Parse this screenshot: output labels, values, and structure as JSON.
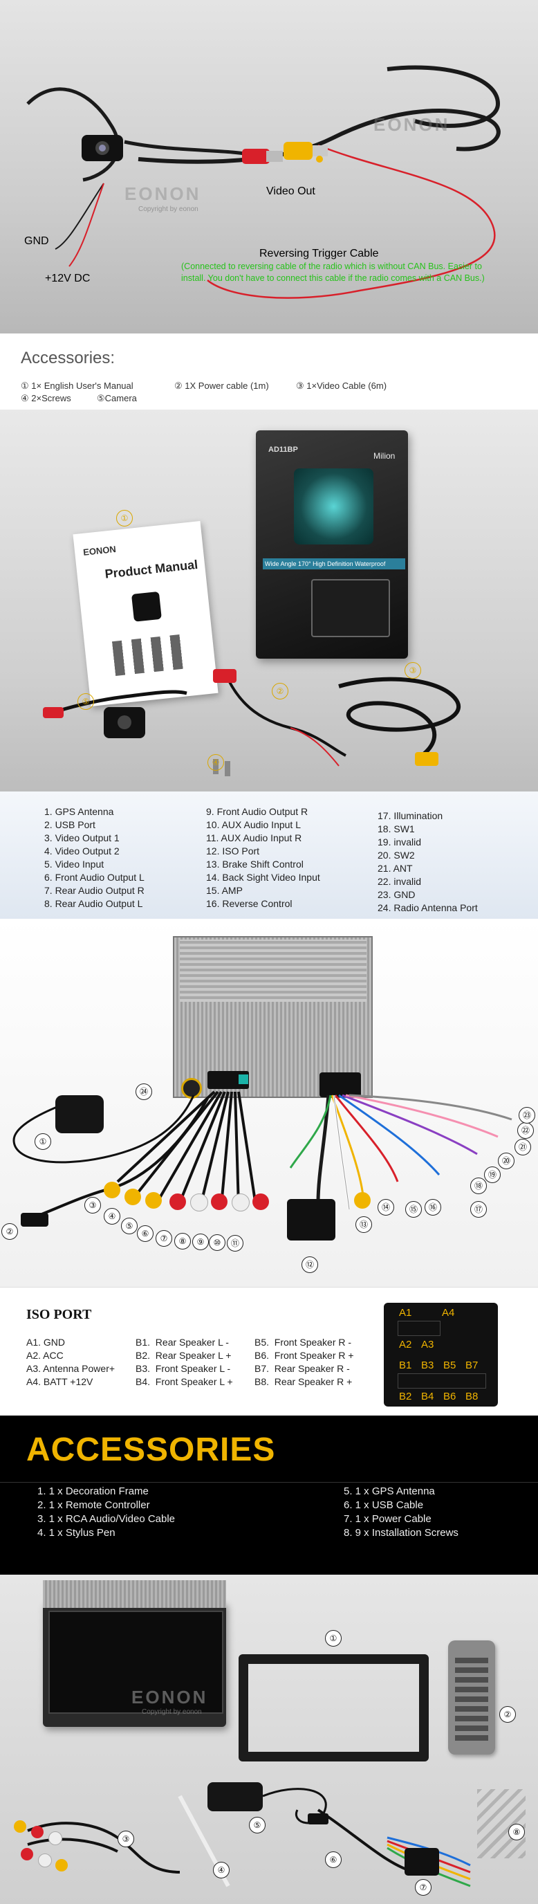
{
  "camera_section": {
    "gnd": "GND",
    "dc12": "+12V DC",
    "video_out": "Video Out",
    "trigger_title": "Reversing Trigger Cable",
    "trigger_note": "(Connected to reversing cable of the radio which is without CAN Bus. Easier to install. You don't have to connect this cable if the radio comes with a CAN Bus.)",
    "watermark": "EONON",
    "copyright": "Copyright by eonon"
  },
  "accessories_small": {
    "title": "Accessories:",
    "items": [
      {
        "num": "①",
        "label": "1× English User's Manual"
      },
      {
        "num": "②",
        "label": "1X Power cable (1m)"
      },
      {
        "num": "③",
        "label": "1×Video Cable (6m)"
      },
      {
        "num": "④",
        "label": "2×Screws"
      },
      {
        "num": "⑤",
        "label": "Camera"
      }
    ]
  },
  "package_photo": {
    "manual_title": "Product Manual",
    "manual_brand": "EONON",
    "box_model": "AD11BP",
    "box_brand": "Milion",
    "box_caption": "Wide Angle 170° High Definition Waterproof",
    "callouts": [
      "①",
      "②",
      "③",
      "④",
      "⑤"
    ]
  },
  "ports_list": {
    "col1": [
      "1. GPS Antenna",
      "2. USB Port",
      "3. Video Output 1",
      "4. Video Output 2",
      "5. Video Input",
      "6. Front Audio Output L",
      "7. Rear Audio Output R",
      "8. Rear Audio Output L"
    ],
    "col2": [
      "9.  Front Audio Output R",
      "10. AUX Audio Input L",
      "11. AUX Audio Input R",
      "12. ISO Port",
      "13. Brake Shift Control",
      "14. Back Sight Video Input",
      "15. AMP",
      "16. Reverse Control"
    ],
    "col3": [
      "17. Illumination",
      "18. SW1",
      "19. invalid",
      "20. SW2",
      "21. ANT",
      "22. invalid",
      "23. GND",
      "24. Radio Antenna Port"
    ]
  },
  "rear_photo": {
    "callouts": [
      "①",
      "②",
      "③",
      "④",
      "⑤",
      "⑥",
      "⑦",
      "⑧",
      "⑨",
      "⑩",
      "⑪",
      "⑫",
      "⑬",
      "⑭",
      "⑮",
      "⑯",
      "⑰",
      "⑱",
      "⑲",
      "⑳",
      "㉑",
      "㉒",
      "㉓",
      "㉔"
    ]
  },
  "iso_port": {
    "title": "ISO PORT",
    "col_a": [
      "A1. GND",
      "A2. ACC",
      "A3. Antenna Power+",
      "A4. BATT +12V"
    ],
    "col_b": [
      {
        "k": "B1.",
        "v": "Rear Speaker L -"
      },
      {
        "k": "B2.",
        "v": "Rear Speaker L +"
      },
      {
        "k": "B3.",
        "v": "Front Speaker L -"
      },
      {
        "k": "B4.",
        "v": "Front Speaker L +"
      }
    ],
    "col_c": [
      {
        "k": "B5.",
        "v": "Front Speaker R -"
      },
      {
        "k": "B6.",
        "v": "Front Speaker R +"
      },
      {
        "k": "B7.",
        "v": "Rear Speaker R -"
      },
      {
        "k": "B8.",
        "v": "Rear Speaker R +"
      }
    ],
    "pins_top": [
      "A1",
      "A4"
    ],
    "pins_mid": [
      "A2",
      "A3"
    ],
    "pins_b_top": [
      "B1",
      "B3",
      "B5",
      "B7"
    ],
    "pins_b_bot": [
      "B2",
      "B4",
      "B6",
      "B8"
    ]
  },
  "accessories_big": {
    "title": "ACCESSORIES",
    "left": [
      "1. 1 x Decoration Frame",
      "2. 1 x Remote Controller",
      "3. 1 x RCA Audio/Video Cable",
      "4. 1 x Stylus Pen"
    ],
    "right": [
      "5. 1 x GPS Antenna",
      "6. 1 x USB Cable",
      "7. 1 x Power Cable",
      "8. 9 x Installation Screws"
    ]
  },
  "bottom_photo": {
    "watermark": "EONON",
    "copyright": "Copyright by eonon",
    "callouts": [
      "①",
      "②",
      "③",
      "④",
      "⑤",
      "⑥",
      "⑦",
      "⑧"
    ]
  },
  "colors": {
    "trigger_green": "#27c21b",
    "accent_yellow": "#f0b400",
    "red_wire": "#d8202a"
  }
}
